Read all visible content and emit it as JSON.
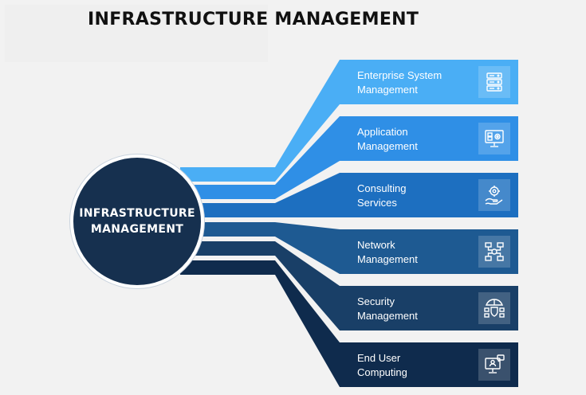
{
  "title": "INFRASTRUCTURE MANAGEMENT",
  "hub": {
    "line1": "INFRASTRUCTURE",
    "line2": "MANAGEMENT",
    "color": "#16304f"
  },
  "items": [
    {
      "line1": "Enterprise System",
      "line2": "Management",
      "icon": "server-rack-icon",
      "color": "#4aaef5"
    },
    {
      "line1": "Application",
      "line2": "Management",
      "icon": "monitor-gear-icon",
      "color": "#2f8fe6"
    },
    {
      "line1": "Consulting",
      "line2": "Services",
      "icon": "hand-gear-icon",
      "color": "#1d6fc0"
    },
    {
      "line1": "Network",
      "line2": "Management",
      "icon": "network-nodes-icon",
      "color": "#1e5a92"
    },
    {
      "line1": "Security",
      "line2": "Management",
      "icon": "shield-lock-icon",
      "color": "#193f67"
    },
    {
      "line1": "End User",
      "line2": "Computing",
      "icon": "user-monitor-icon",
      "color": "#0f2b4d"
    }
  ]
}
